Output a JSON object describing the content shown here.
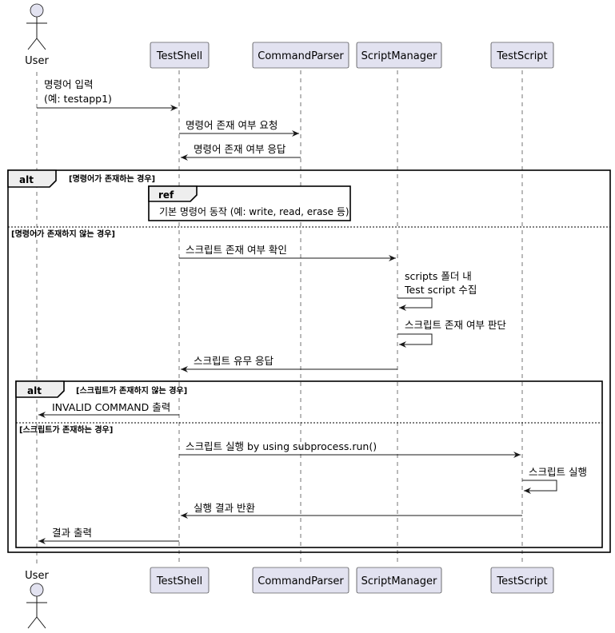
{
  "participants": {
    "user": "User",
    "testshell": "TestShell",
    "commandparser": "CommandParser",
    "scriptmanager": "ScriptManager",
    "testscript": "TestScript"
  },
  "messages": {
    "m1_line1": "명령어 입력",
    "m1_line2": "(예: testapp1)",
    "m2": "명령어 존재 여부 요청",
    "m3": "명령어 존재 여부 응답",
    "m4": "스크립트 존재 여부 확인",
    "m5_line1": "scripts 폴더 내",
    "m5_line2": "Test script 수집",
    "m6": "스크립트 존재 여부 판단",
    "m7": "스크립트 유무 응답",
    "m8": "INVALID COMMAND 출력",
    "m9": "스크립트 실행 by using subprocess.run()",
    "m10": "스크립트 실행",
    "m11": "실행 결과 반환",
    "m12": "결과 출력"
  },
  "fragments": {
    "alt_keyword": "alt",
    "ref_keyword": "ref",
    "outer_cond1": "[명령어가 존재하는 경우]",
    "outer_cond2": "[명령어가 존재하지 않는 경우]",
    "ref_text": "기본 명령어 동작 (예: write, read, erase 등)",
    "inner_cond1": "[스크립트가 존재하지 않는 경우]",
    "inner_cond2": "[스크립트가 존재하는 경우]"
  }
}
